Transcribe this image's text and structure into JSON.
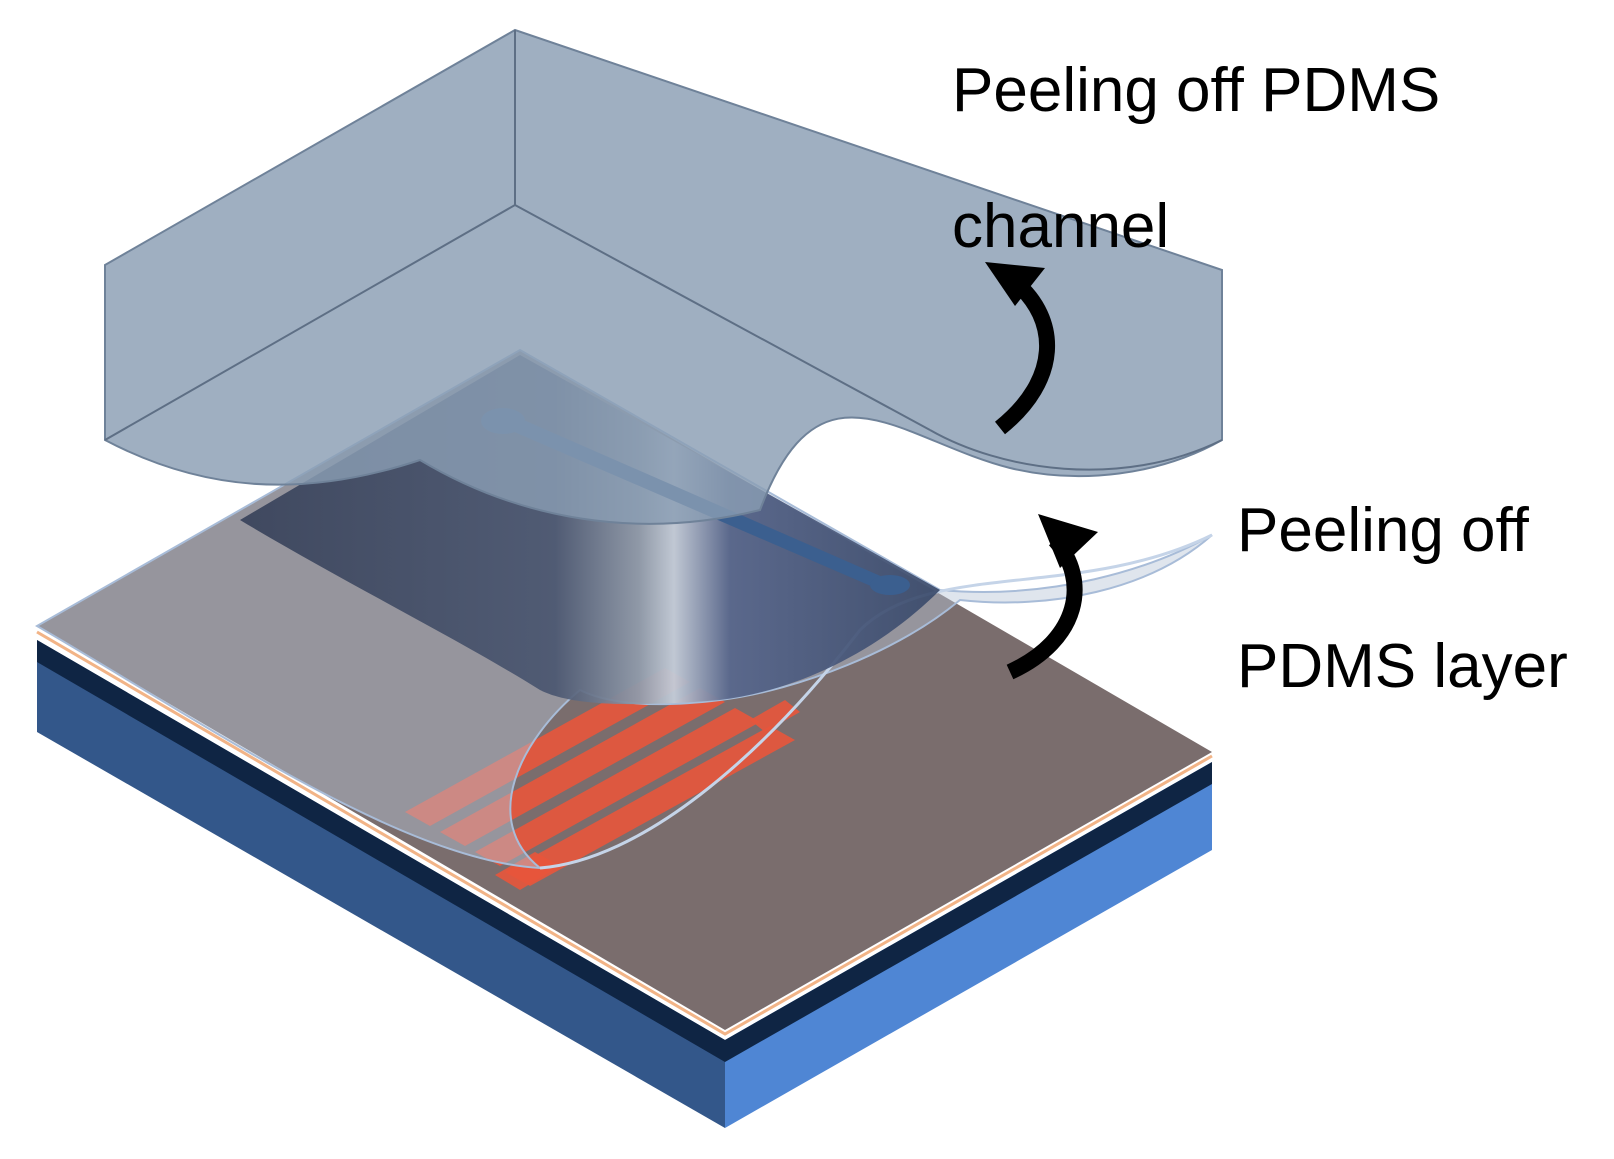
{
  "labels": {
    "channel_line1": "Peeling off PDMS",
    "channel_line2": "channel",
    "layer_line1": "Peeling off",
    "layer_line2": "PDMS layer"
  },
  "colors": {
    "substrate_side_left": "#33578a",
    "substrate_side_right": "#4f86d4",
    "substrate_dark_band": "#0f2544",
    "substrate_top": "#7a6d6d",
    "substrate_edge": "#f2b487",
    "pdms_block": "#8a9db3",
    "pdms_layer": "#b8c6d8",
    "channel": "#3b5f8f",
    "electrodes": "#e8553b",
    "arrows": "#000000"
  }
}
